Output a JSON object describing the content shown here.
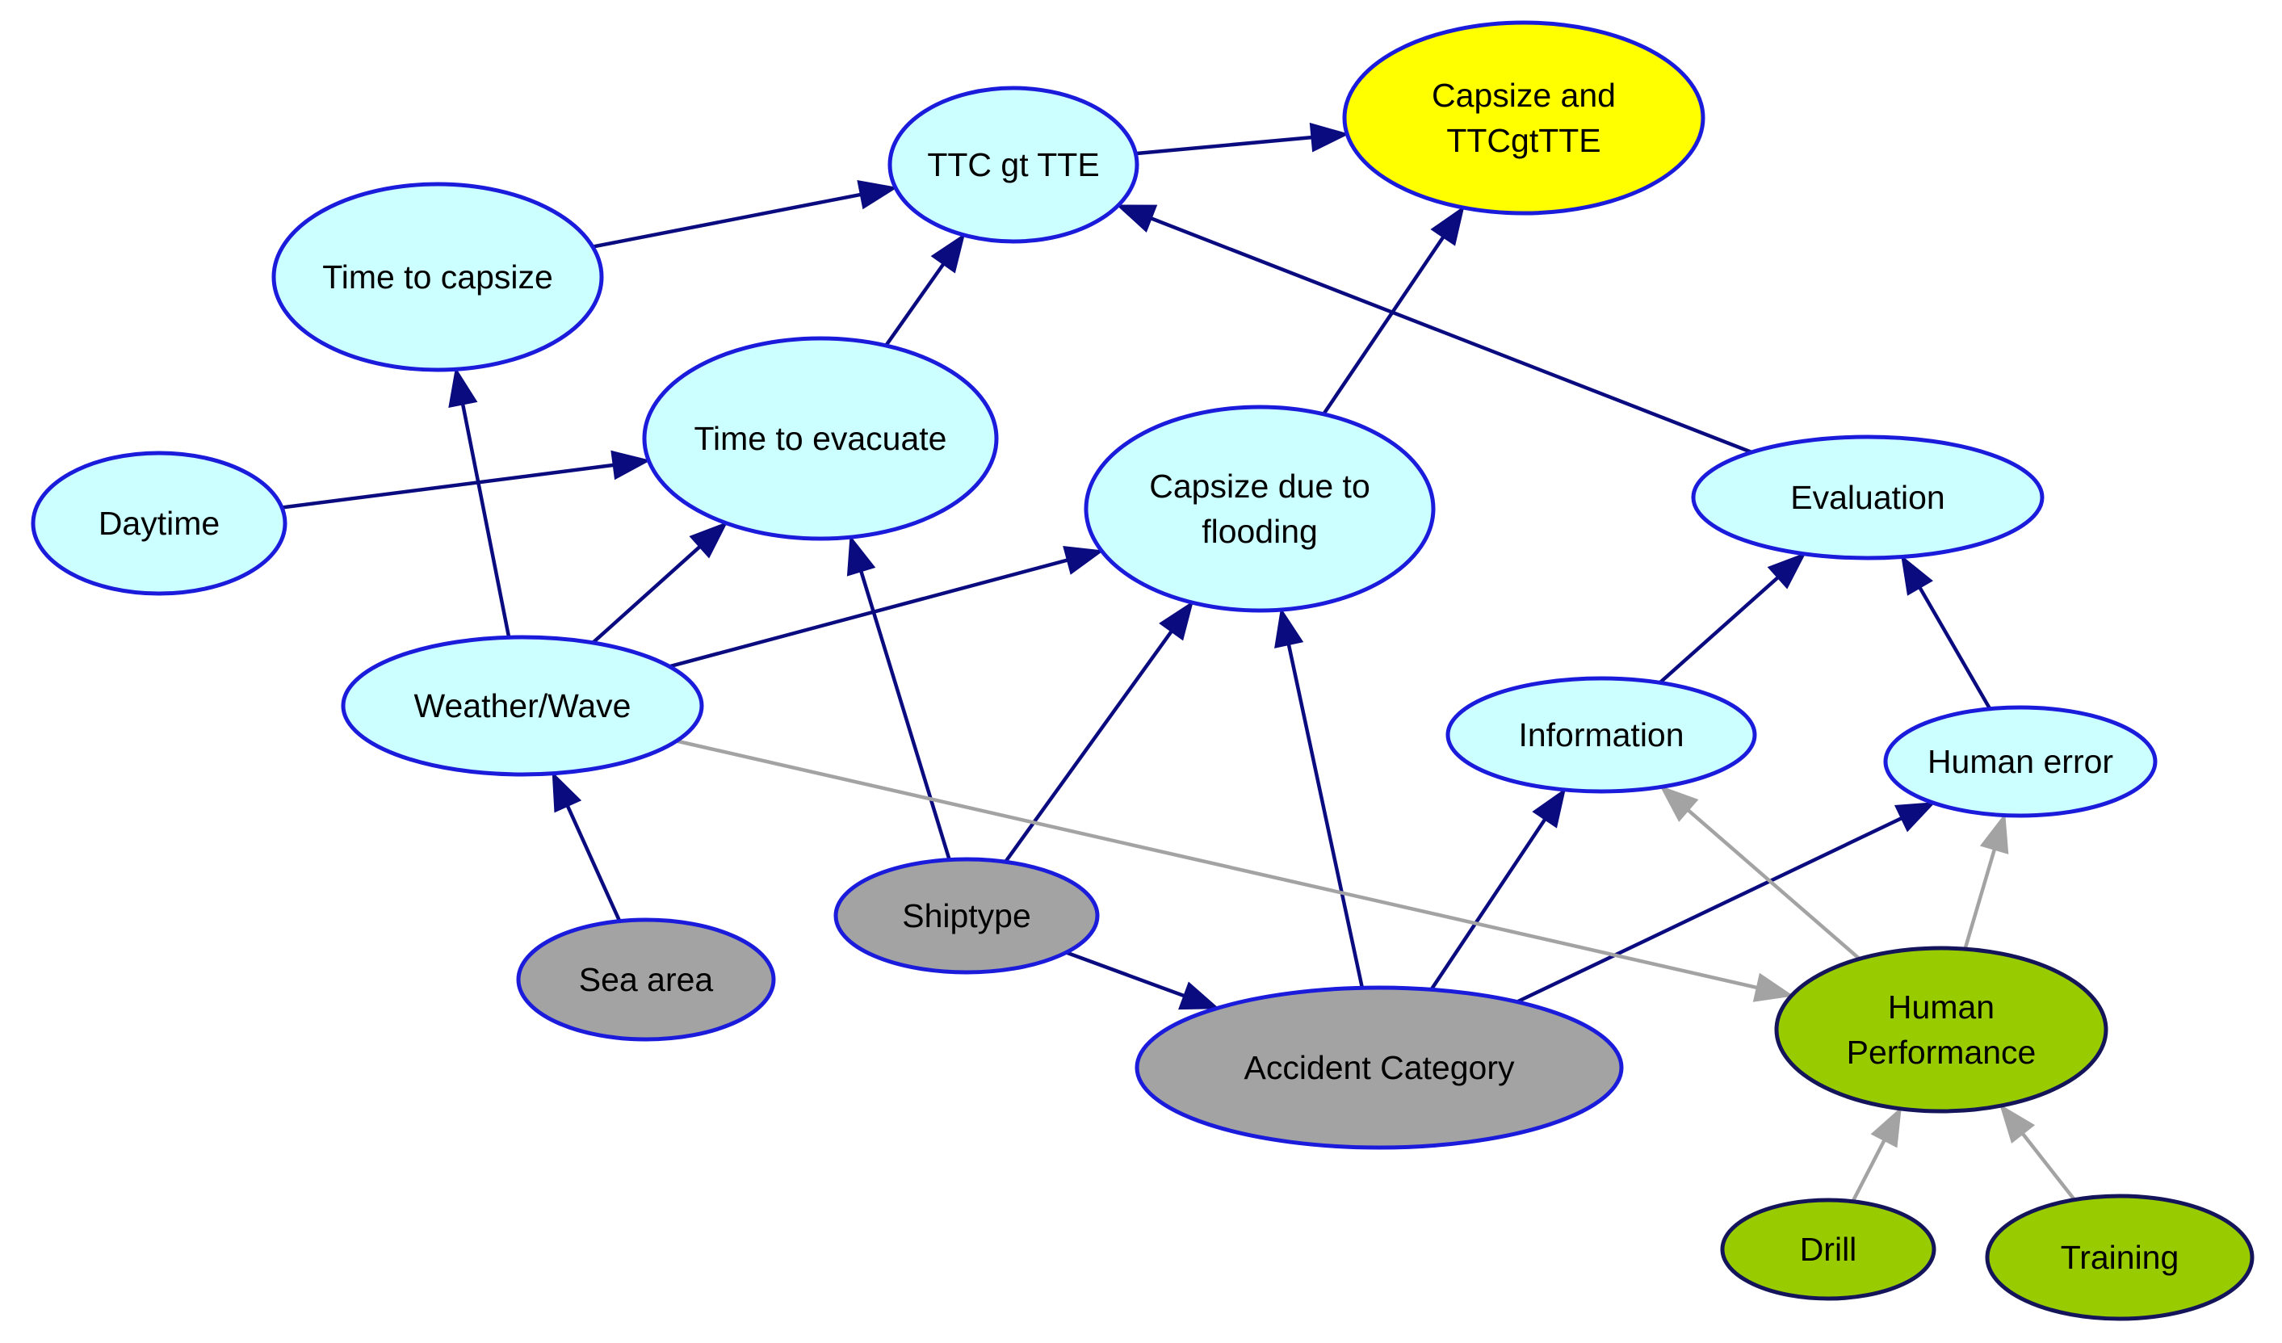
{
  "colors": {
    "navy": "#0b0b80",
    "gray": "#a3a3a3",
    "node_border": "#1b1bdc",
    "node_border_dark": "#14145a",
    "cyan": "#ccffff",
    "yellow": "#ffff00",
    "gray_fill": "#c0c0c0",
    "green": "#99cc00"
  },
  "nodes": {
    "capsize_ttcgttte": {
      "lines": [
        "Capsize and",
        "TTCgtTTE"
      ],
      "fill": "yellow"
    },
    "ttc_gt_tte": {
      "lines": [
        "TTC gt TTE"
      ],
      "fill": "cyan"
    },
    "time_to_capsize": {
      "lines": [
        "Time to capsize"
      ],
      "fill": "cyan"
    },
    "time_to_evacuate": {
      "lines": [
        "Time to evacuate"
      ],
      "fill": "cyan"
    },
    "capsize_due_to_flooding": {
      "lines": [
        "Capsize due to",
        "flooding"
      ],
      "fill": "cyan"
    },
    "daytime": {
      "lines": [
        "Daytime"
      ],
      "fill": "cyan"
    },
    "evaluation": {
      "lines": [
        "Evaluation"
      ],
      "fill": "cyan"
    },
    "weather_wave": {
      "lines": [
        "Weather/Wave"
      ],
      "fill": "cyan"
    },
    "information": {
      "lines": [
        "Information"
      ],
      "fill": "cyan"
    },
    "human_error": {
      "lines": [
        "Human error"
      ],
      "fill": "cyan"
    },
    "shiptype": {
      "lines": [
        "Shiptype"
      ],
      "fill": "gray"
    },
    "sea_area": {
      "lines": [
        "Sea area"
      ],
      "fill": "gray"
    },
    "accident_category": {
      "lines": [
        "Accident Category"
      ],
      "fill": "gray"
    },
    "human_performance": {
      "lines": [
        "Human",
        "Performance"
      ],
      "fill": "green"
    },
    "drill": {
      "lines": [
        "Drill"
      ],
      "fill": "green"
    },
    "training": {
      "lines": [
        "Training"
      ],
      "fill": "green"
    }
  },
  "edges": [
    {
      "from": "ttc_gt_tte",
      "to": "capsize_ttcgttte",
      "color": "navy"
    },
    {
      "from": "capsize_due_to_flooding",
      "to": "capsize_ttcgttte",
      "color": "navy"
    },
    {
      "from": "time_to_capsize",
      "to": "ttc_gt_tte",
      "color": "navy"
    },
    {
      "from": "time_to_evacuate",
      "to": "ttc_gt_tte",
      "color": "navy"
    },
    {
      "from": "evaluation",
      "to": "ttc_gt_tte",
      "color": "navy"
    },
    {
      "from": "weather_wave",
      "to": "time_to_capsize",
      "color": "navy"
    },
    {
      "from": "daytime",
      "to": "time_to_evacuate",
      "color": "navy"
    },
    {
      "from": "weather_wave",
      "to": "time_to_evacuate",
      "color": "navy"
    },
    {
      "from": "shiptype",
      "to": "time_to_evacuate",
      "color": "navy"
    },
    {
      "from": "weather_wave",
      "to": "capsize_due_to_flooding",
      "color": "navy"
    },
    {
      "from": "shiptype",
      "to": "capsize_due_to_flooding",
      "color": "navy"
    },
    {
      "from": "accident_category",
      "to": "capsize_due_to_flooding",
      "color": "navy"
    },
    {
      "from": "information",
      "to": "evaluation",
      "color": "navy"
    },
    {
      "from": "human_error",
      "to": "evaluation",
      "color": "navy"
    },
    {
      "from": "sea_area",
      "to": "weather_wave",
      "color": "navy"
    },
    {
      "from": "accident_category",
      "to": "information",
      "color": "navy"
    },
    {
      "from": "accident_category",
      "to": "human_error",
      "color": "navy"
    },
    {
      "from": "shiptype",
      "to": "accident_category",
      "color": "navy"
    },
    {
      "from": "weather_wave",
      "to": "human_performance",
      "color": "gray"
    },
    {
      "from": "human_performance",
      "to": "information",
      "color": "gray"
    },
    {
      "from": "human_performance",
      "to": "human_error",
      "color": "gray"
    },
    {
      "from": "drill",
      "to": "human_performance",
      "color": "gray"
    },
    {
      "from": "training",
      "to": "human_performance",
      "color": "gray"
    }
  ]
}
